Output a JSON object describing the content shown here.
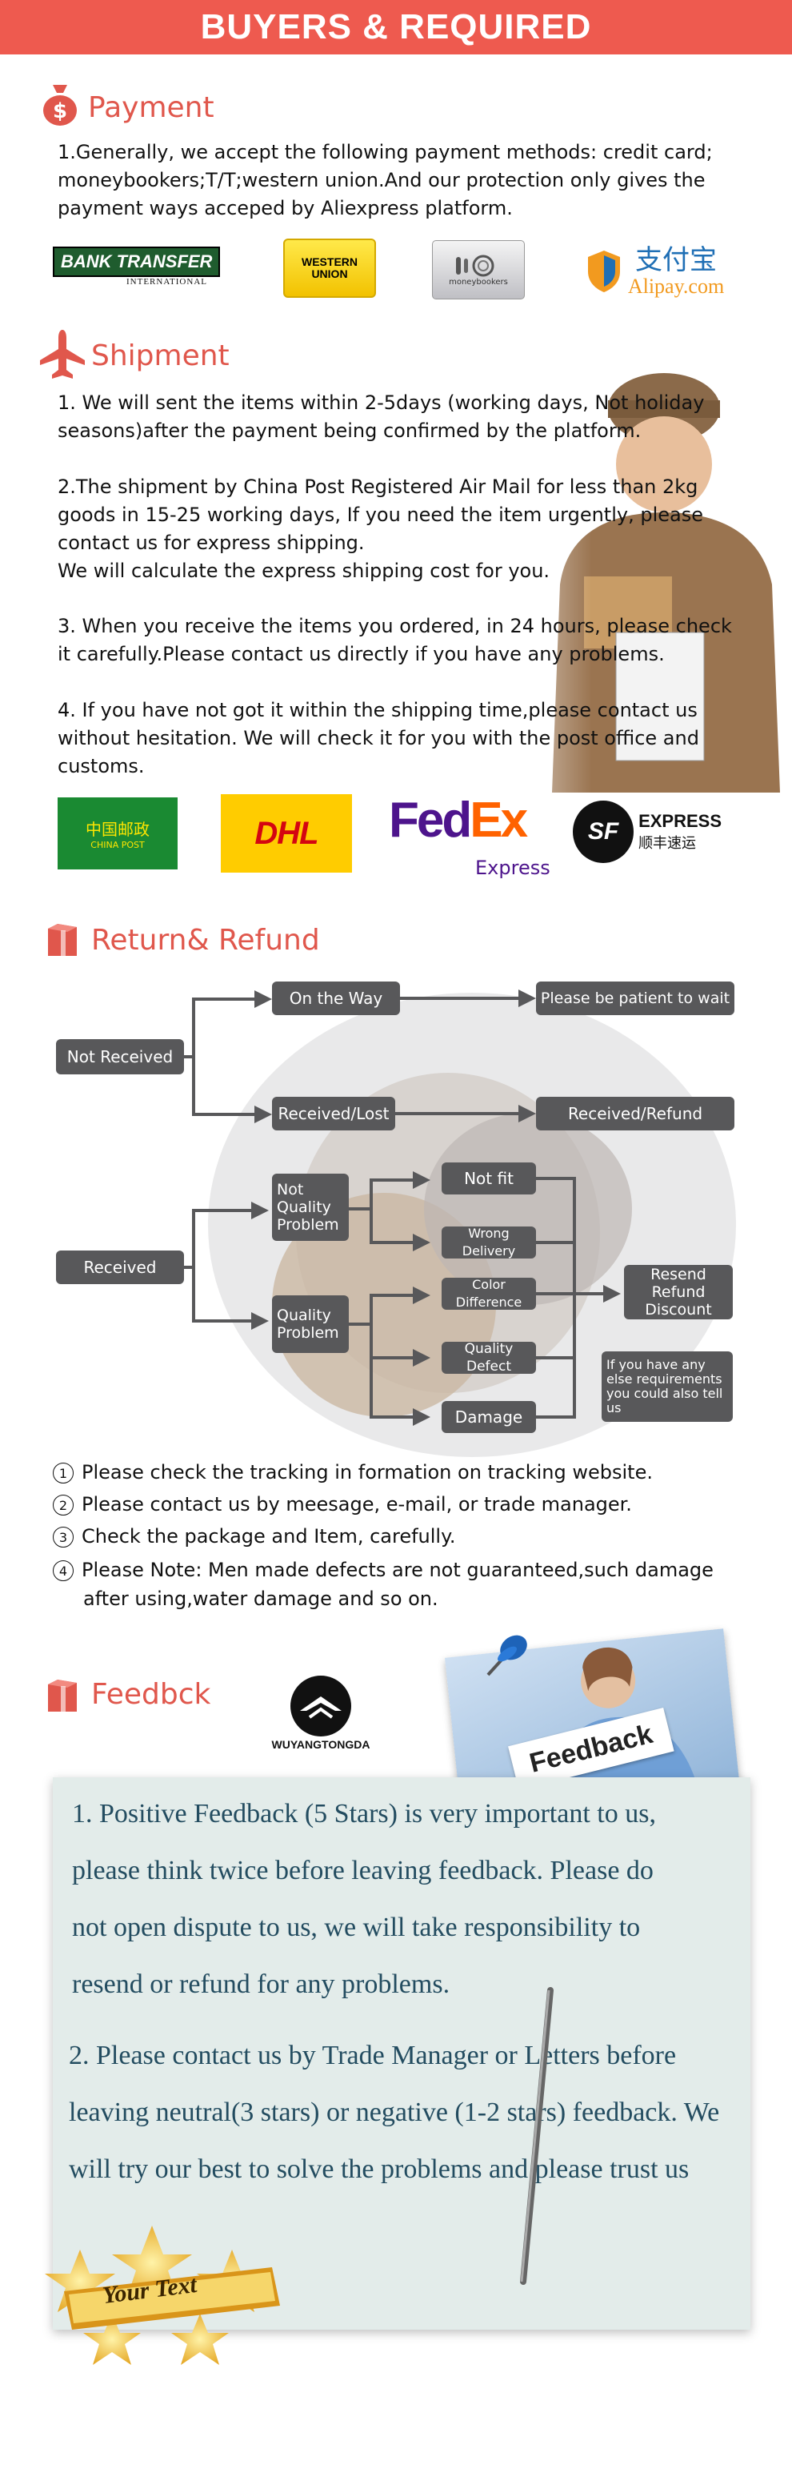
{
  "banner": {
    "title": "BUYERS & REQUIRED"
  },
  "payment": {
    "title": "Payment",
    "text_lines": [
      "1.Generally, we accept the following payment methods: credit card;",
      "moneybookers;T/T;western union.And our protection only gives the",
      "payment ways acceped by Aliexpress platform."
    ],
    "logos": {
      "bank_main": "BANK TRANSFER",
      "bank_sub": "INTERNATIONAL",
      "western_union": "WESTERN UNION",
      "moneybookers": "moneybookers",
      "alipay_cn": "支付宝",
      "alipay": "Alipay.com"
    }
  },
  "shipment": {
    "title": "Shipment",
    "p1": [
      "1. We will sent the items within 2-5days (working days, Not holiday",
      "seasons)after the payment being confirmed by the platform."
    ],
    "p2": [
      "2.The shipment by China Post Registered Air Mail for less than  2kg",
      "goods in 15-25 working days, If  you need the item urgently, please",
      "contact us for express shipping.",
      "We will calculate the express shipping cost for you."
    ],
    "p3": [
      "3. When you receive the items you ordered, in 24 hours, please check",
      " it carefully.Please contact us directly if you have any problems."
    ],
    "p4": [
      "4. If you have not got it within the shipping time,please contact us",
      "without hesitation. We will check it for you with the post office and",
      "customs."
    ],
    "logos": {
      "china_post_cn": "中国邮政",
      "china_post": "CHINA POST",
      "dhl": "DHL",
      "fedex_fed": "Fed",
      "fedex_ex": "Ex",
      "fedex_express": "Express",
      "sf_mark": "SF",
      "sf_express": "EXPRESS",
      "sf_cn": "顺丰速运"
    }
  },
  "refund": {
    "title": "Return& Refund",
    "flow": {
      "not_received": "Not Received",
      "on_the_way": "On the Way",
      "be_patient": "Please be patient to wait",
      "received_lost": "Received/Lost",
      "received_refund": "Received/Refund",
      "received": "Received",
      "not_quality_problem": "Not Quality Problem",
      "quality_problem": "Quality Problem",
      "not_fit": "Not fit",
      "wrong_delivery": "Wrong Delivery",
      "color_difference": "Color Difference",
      "quality_defect": "Quality Defect",
      "damage": "Damage",
      "resend_refund_discount": "Resend Refund Discount",
      "other_requirements": "If you have any else requirements you could also tell us"
    },
    "notes": [
      {
        "num": "1",
        "lines": [
          "Please check the tracking in formation on tracking website."
        ]
      },
      {
        "num": "2",
        "lines": [
          "Please contact us by meesage, e-mail, or trade manager."
        ]
      },
      {
        "num": "3",
        "lines": [
          "Check the package and Item, carefully."
        ]
      },
      {
        "num": "4",
        "lines": [
          "Please Note: Men made defects  are not guaranteed,such damage",
          "after using,water damage and so on."
        ]
      }
    ]
  },
  "feedback": {
    "title": "Feedbck",
    "brand": "WUYANGTONGDA",
    "sign": "Feedback",
    "p1": [
      "1. Positive Feedback (5 Stars) is very important to us,",
      "please think twice before leaving feedback. Please do",
      "not open dispute to us,   we will take responsibility to",
      "resend or refund for any problems."
    ],
    "p2": [
      "2. Please contact us by Trade Manager or Letters before",
      "leaving neutral(3 stars) or negative (1-2 stars) feedback. We",
      "will try our best to solve the problems and please trust us"
    ],
    "badge": "Your Text"
  },
  "colors": {
    "accent": "#e0574c",
    "banner": "#ee5a4f",
    "flow_box": "#58585a",
    "feedback_text": "#234c60"
  }
}
